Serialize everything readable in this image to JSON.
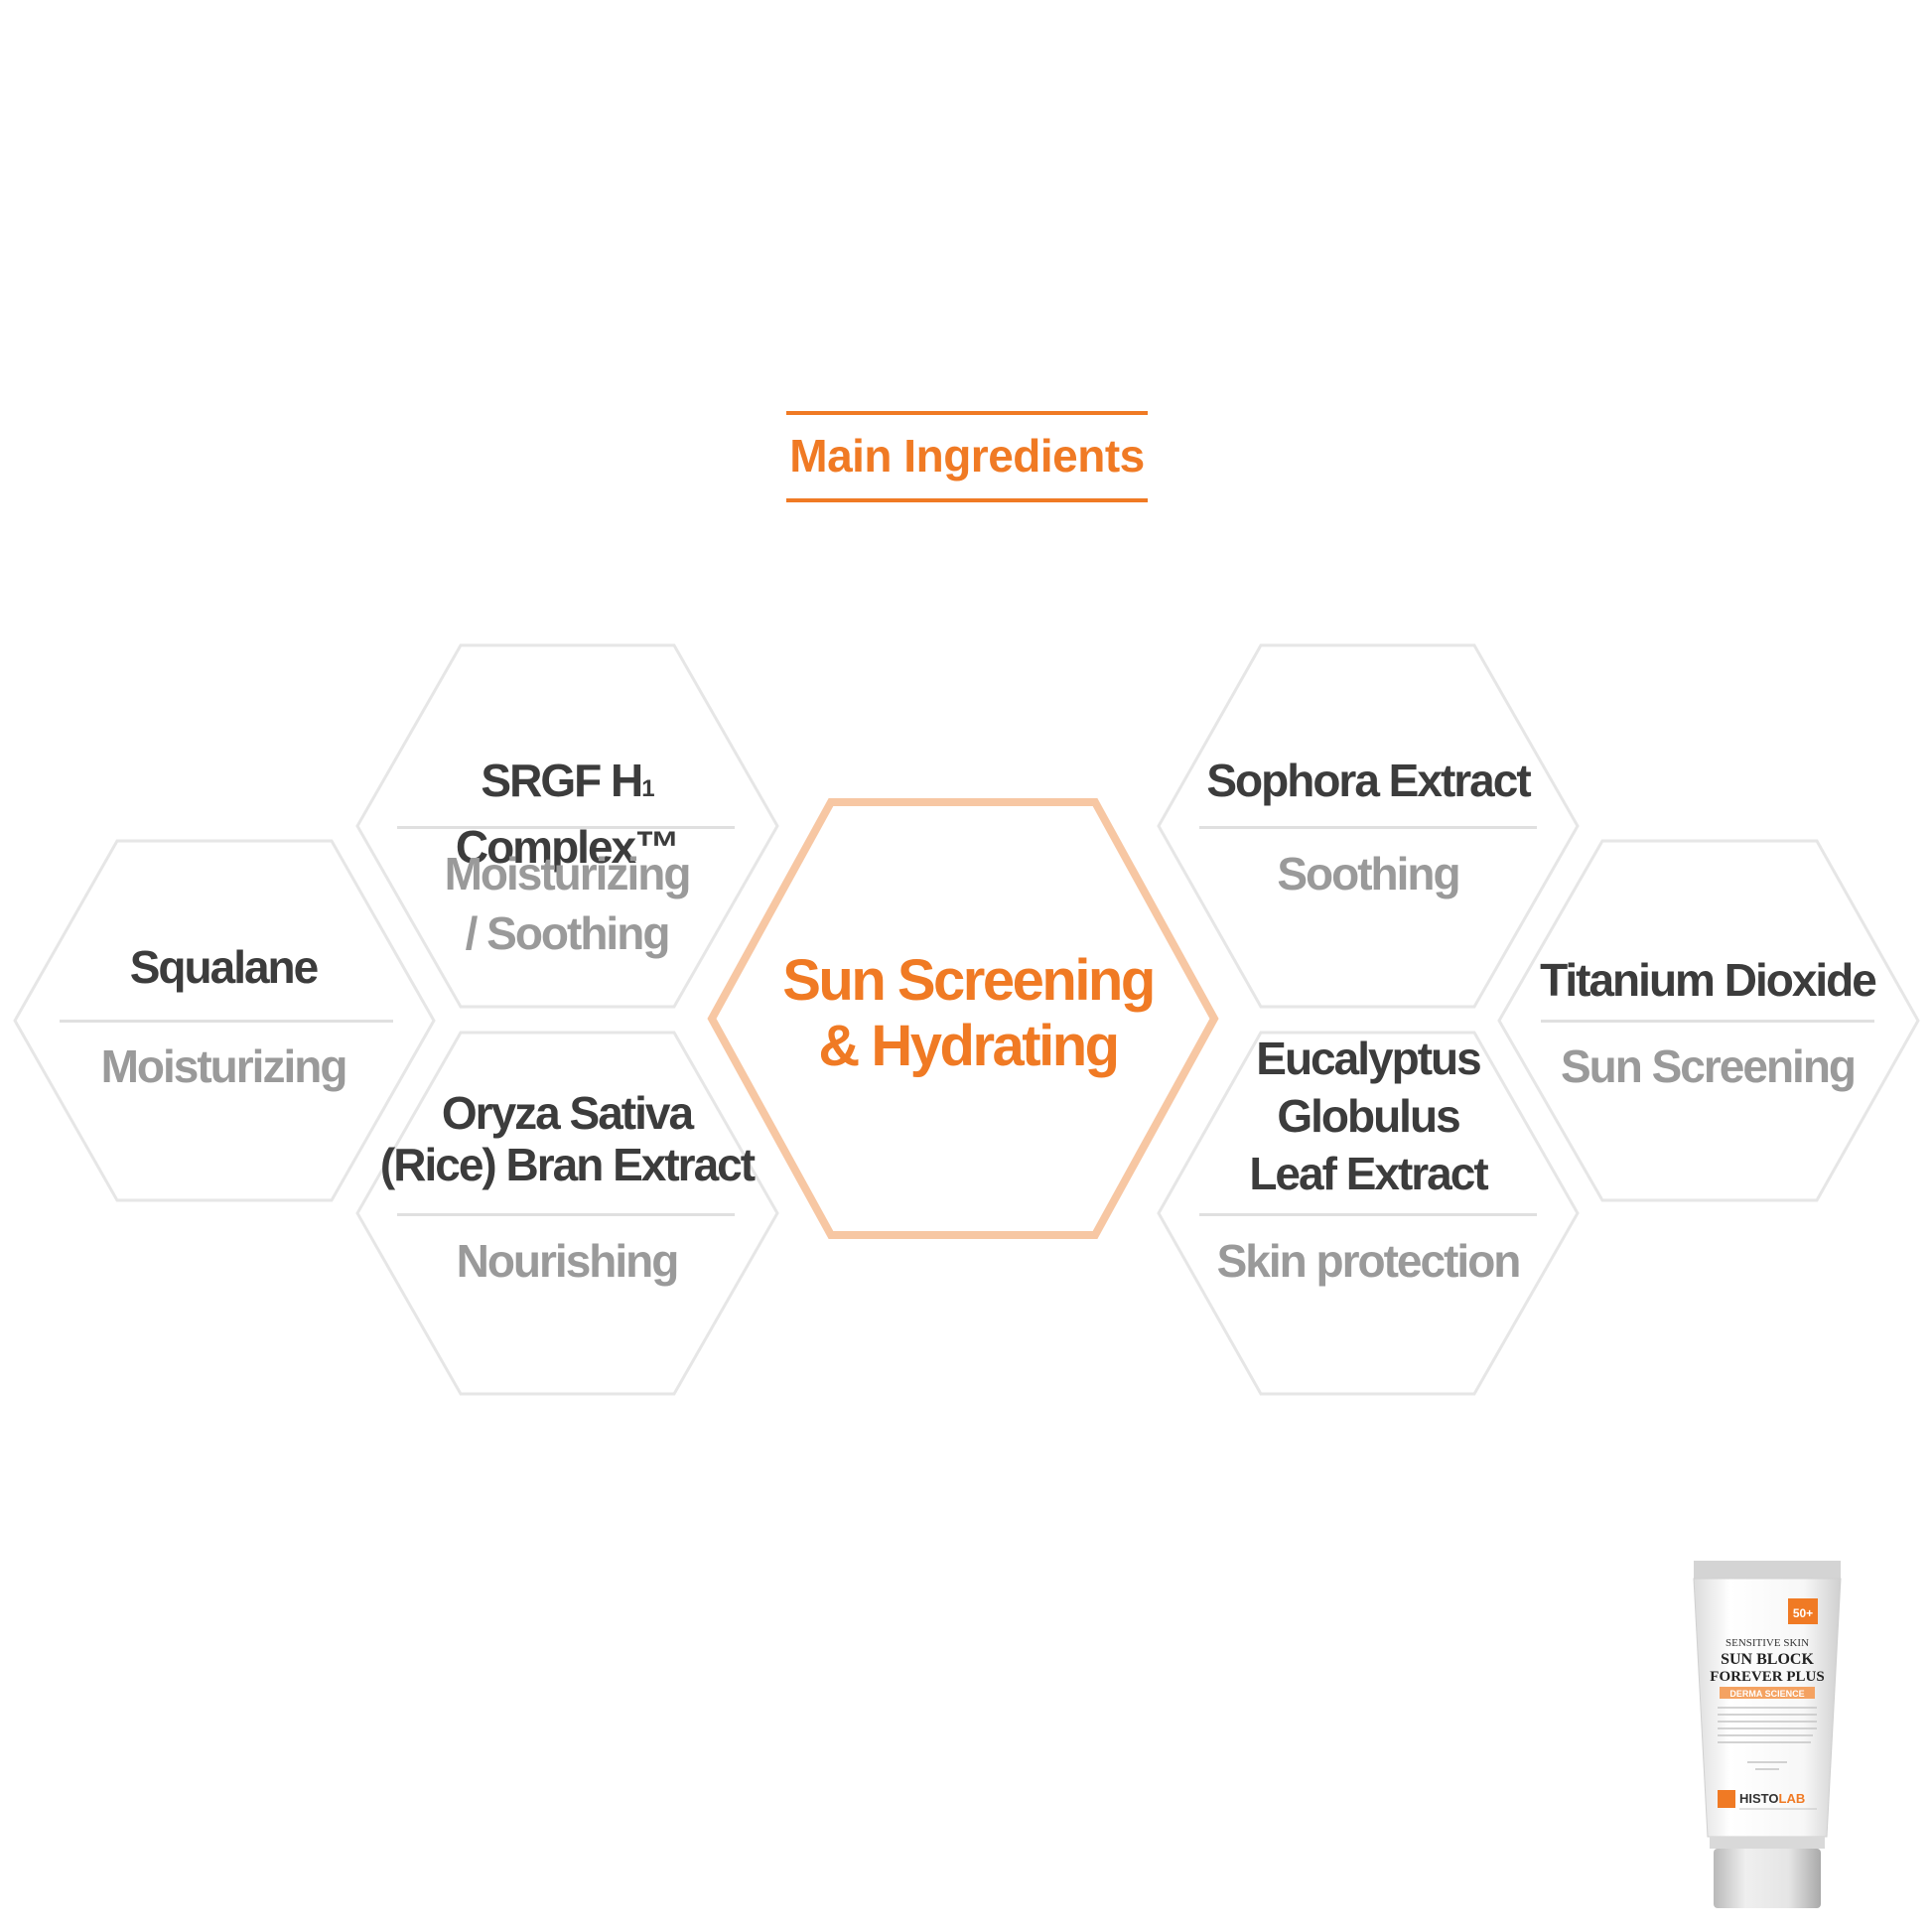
{
  "header": {
    "title": "Main Ingredients"
  },
  "center": {
    "line1": "Sun Screening",
    "line2": "& Hydrating"
  },
  "ingredients": [
    {
      "name": "Squalane",
      "benefit": "Moisturizing"
    },
    {
      "name_main": "SRGF H",
      "name_sub": "1",
      "name_tail": " Complex™",
      "benefit_line1": "Moisturizing",
      "benefit_line2": "/ Soothing"
    },
    {
      "name_line1": "Oryza Sativa",
      "name_line2": "(Rice) Bran Extract",
      "benefit": "Nourishing"
    },
    {
      "name": "Sophora Extract",
      "benefit": "Soothing"
    },
    {
      "name_line1": "Eucalyptus",
      "name_line2": "Globulus",
      "name_line3": "Leaf Extract",
      "benefit": "Skin protection"
    },
    {
      "name": "Titanium Dioxide",
      "benefit": "Sun Screening"
    }
  ],
  "product": {
    "spf": "50+",
    "line1": "SENSITIVE SKIN",
    "line2": "SUN BLOCK",
    "line3": "FOREVER PLUS",
    "band": "DERMA SCIENCE",
    "brand_main": "HISTO",
    "brand_accent": "LAB"
  },
  "colors": {
    "accent": "#f07a24",
    "center_hex": "#f7c7a3",
    "hex_outline": "#e6e6e6",
    "name_text": "#3c3c3c",
    "benefit_text": "#9a9a9a"
  }
}
